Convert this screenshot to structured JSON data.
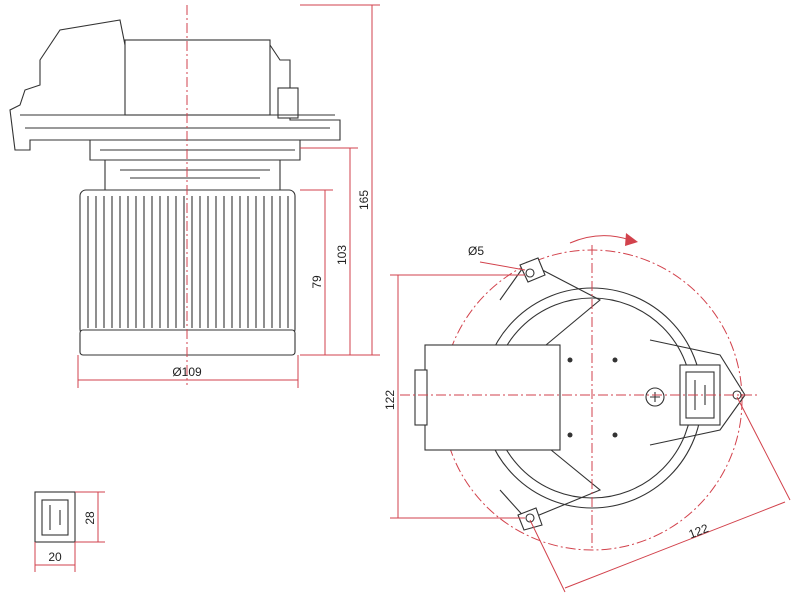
{
  "dimensions": {
    "overall_height": "165",
    "fan_plus_flange_height": "103",
    "fan_height": "79",
    "fan_diameter": "Ø109",
    "mount_hole_diameter": "Ø5",
    "front_vertical": "122",
    "front_diagonal": "122",
    "connector_height": "28",
    "connector_width": "20"
  },
  "colors": {
    "dimension": "#d2424c",
    "outline": "#333333"
  }
}
